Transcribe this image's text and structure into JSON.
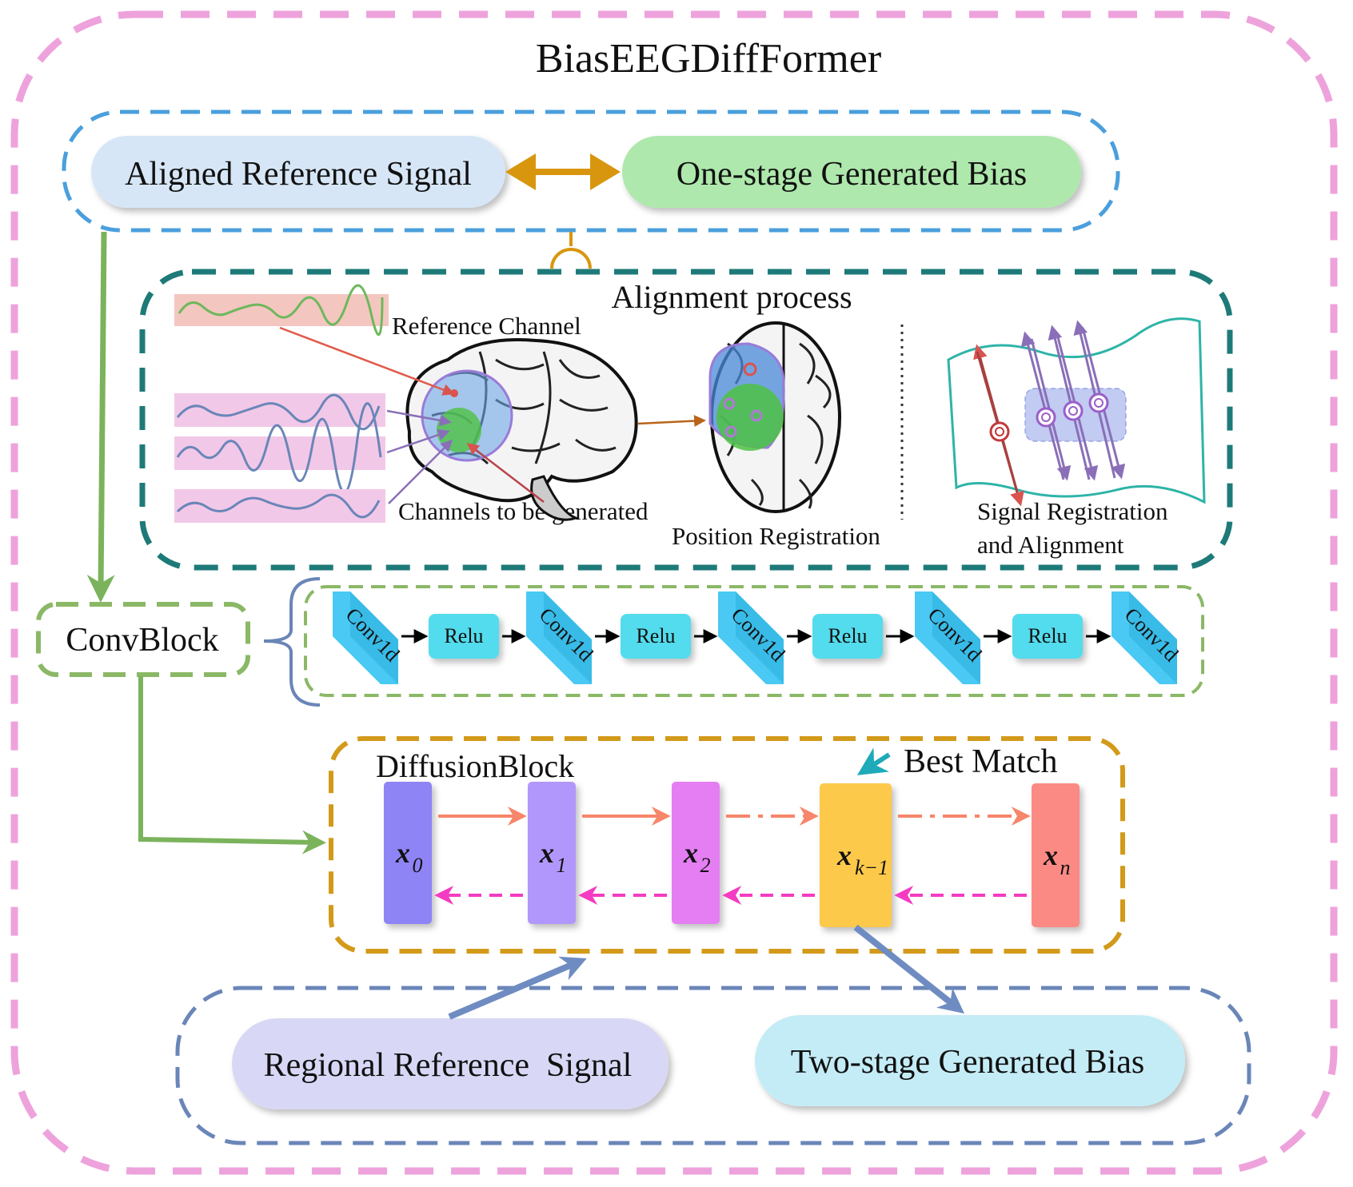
{
  "title": "BiasEEGDiffFormer",
  "top_group": {
    "aligned_reference": "Aligned Reference Signal",
    "one_stage_bias": "One-stage Generated Bias"
  },
  "alignment": {
    "title": "Alignment process",
    "reference_channel": "Reference Channel",
    "channels_to_generate": "Channels to be generated",
    "position_registration": "Position Registration",
    "signal_registration_line1": "Signal Registration",
    "signal_registration_line2": "and Alignment"
  },
  "convblock": {
    "label": "ConvBlock",
    "layers": [
      "Conv1d",
      "Relu",
      "Conv1d",
      "Relu",
      "Conv1d",
      "Relu",
      "Conv1d",
      "Relu",
      "Conv1d"
    ]
  },
  "diffusion": {
    "label": "DiffusionBlock",
    "best_match": "Best  Match",
    "states": [
      {
        "base": "x",
        "sub": "0",
        "color": "#8f84f5"
      },
      {
        "base": "x",
        "sub": "1",
        "color": "#b197fb"
      },
      {
        "base": "x",
        "sub": "2",
        "color": "#e57ef3"
      },
      {
        "base": "x",
        "sub": "k−1",
        "color": "#fcc94b"
      },
      {
        "base": "x",
        "sub": "n",
        "color": "#fb8a84"
      }
    ]
  },
  "bottom_group": {
    "regional_reference": "Regional Reference  Signal",
    "two_stage_bias": "Two-stage Generated Bias"
  },
  "colors": {
    "outer_border": "#eea2dc",
    "top_border": "#4a9fdc",
    "alignment_border": "#1e7a78",
    "conv_border": "#8bb866",
    "diffusion_border": "#d39a1a",
    "bottom_border": "#6a86b8",
    "aligned_pill": "#d6e6f6",
    "bias_pill": "#aee8ac",
    "regional_pill": "#d8d8f6",
    "two_stage_pill": "#c4ecf6",
    "forward_arrow": "#f7866a",
    "reverse_arrow": "#f43cc2",
    "conv_cube": "#49c9f3",
    "relu_box": "#52dced",
    "green_arrow": "#7bb35c",
    "gold_arrow": "#d8960f",
    "blue_arrow": "#6f8cc2"
  }
}
